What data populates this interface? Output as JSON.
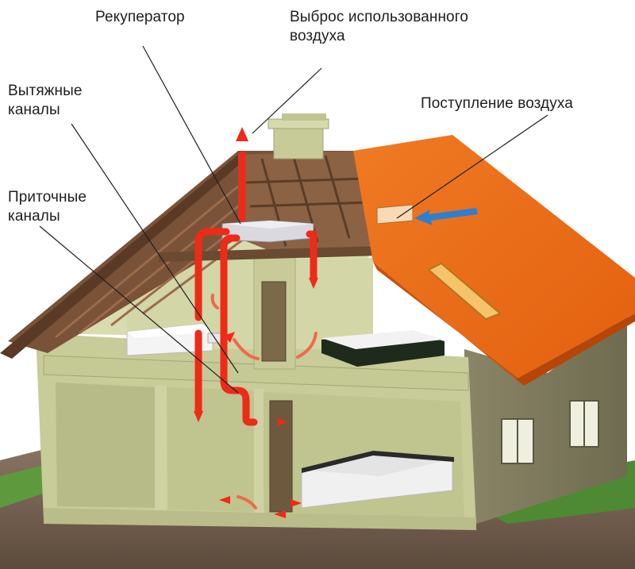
{
  "labels": {
    "recuperator": [
      "Рекуператор"
    ],
    "exhaust_out": [
      "Выброс использованного",
      "воздуха"
    ],
    "exhaust_ducts": [
      "Вытяжные",
      "каналы"
    ],
    "air_intake": [
      "Поступление воздуха"
    ],
    "supply_ducts": [
      "Приточные",
      "каналы"
    ]
  },
  "colors": {
    "roof_tile": "#ef6a16",
    "roof_tile_dark": "#c9500c",
    "roof_wood": "#7a5238",
    "wall": "#cfd3a4",
    "wall_dark": "#a8ab80",
    "side_wall": "#7e7a5c",
    "duct_hot": "#ee2a18",
    "intake_arrow": "#2f7fd0",
    "ground": "#6b5a4a",
    "grass": "#4d8a33"
  }
}
